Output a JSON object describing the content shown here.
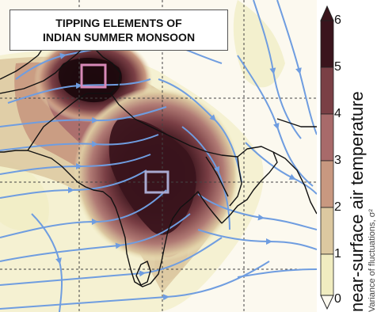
{
  "title": {
    "line1": "TIPPING ELEMENTS OF",
    "line2": "INDIAN SUMMER MONSOON"
  },
  "colorbar": {
    "ticks": [
      "0",
      "1",
      "2",
      "3",
      "4",
      "5",
      "6"
    ],
    "label_small": "Variance of fluctuations, σ²",
    "label_main": "near-surface air temperature",
    "colors": [
      "#fcf9ef",
      "#f0ecc0",
      "#dcc8a0",
      "#c89880",
      "#a86a6a",
      "#7a3f45",
      "#3a141c"
    ]
  },
  "map_colors": {
    "stream": "#6f9de0",
    "coast": "#111111",
    "grid": "#444444",
    "box_north": "#d88ab8",
    "box_central": "#a9a9cf"
  }
}
